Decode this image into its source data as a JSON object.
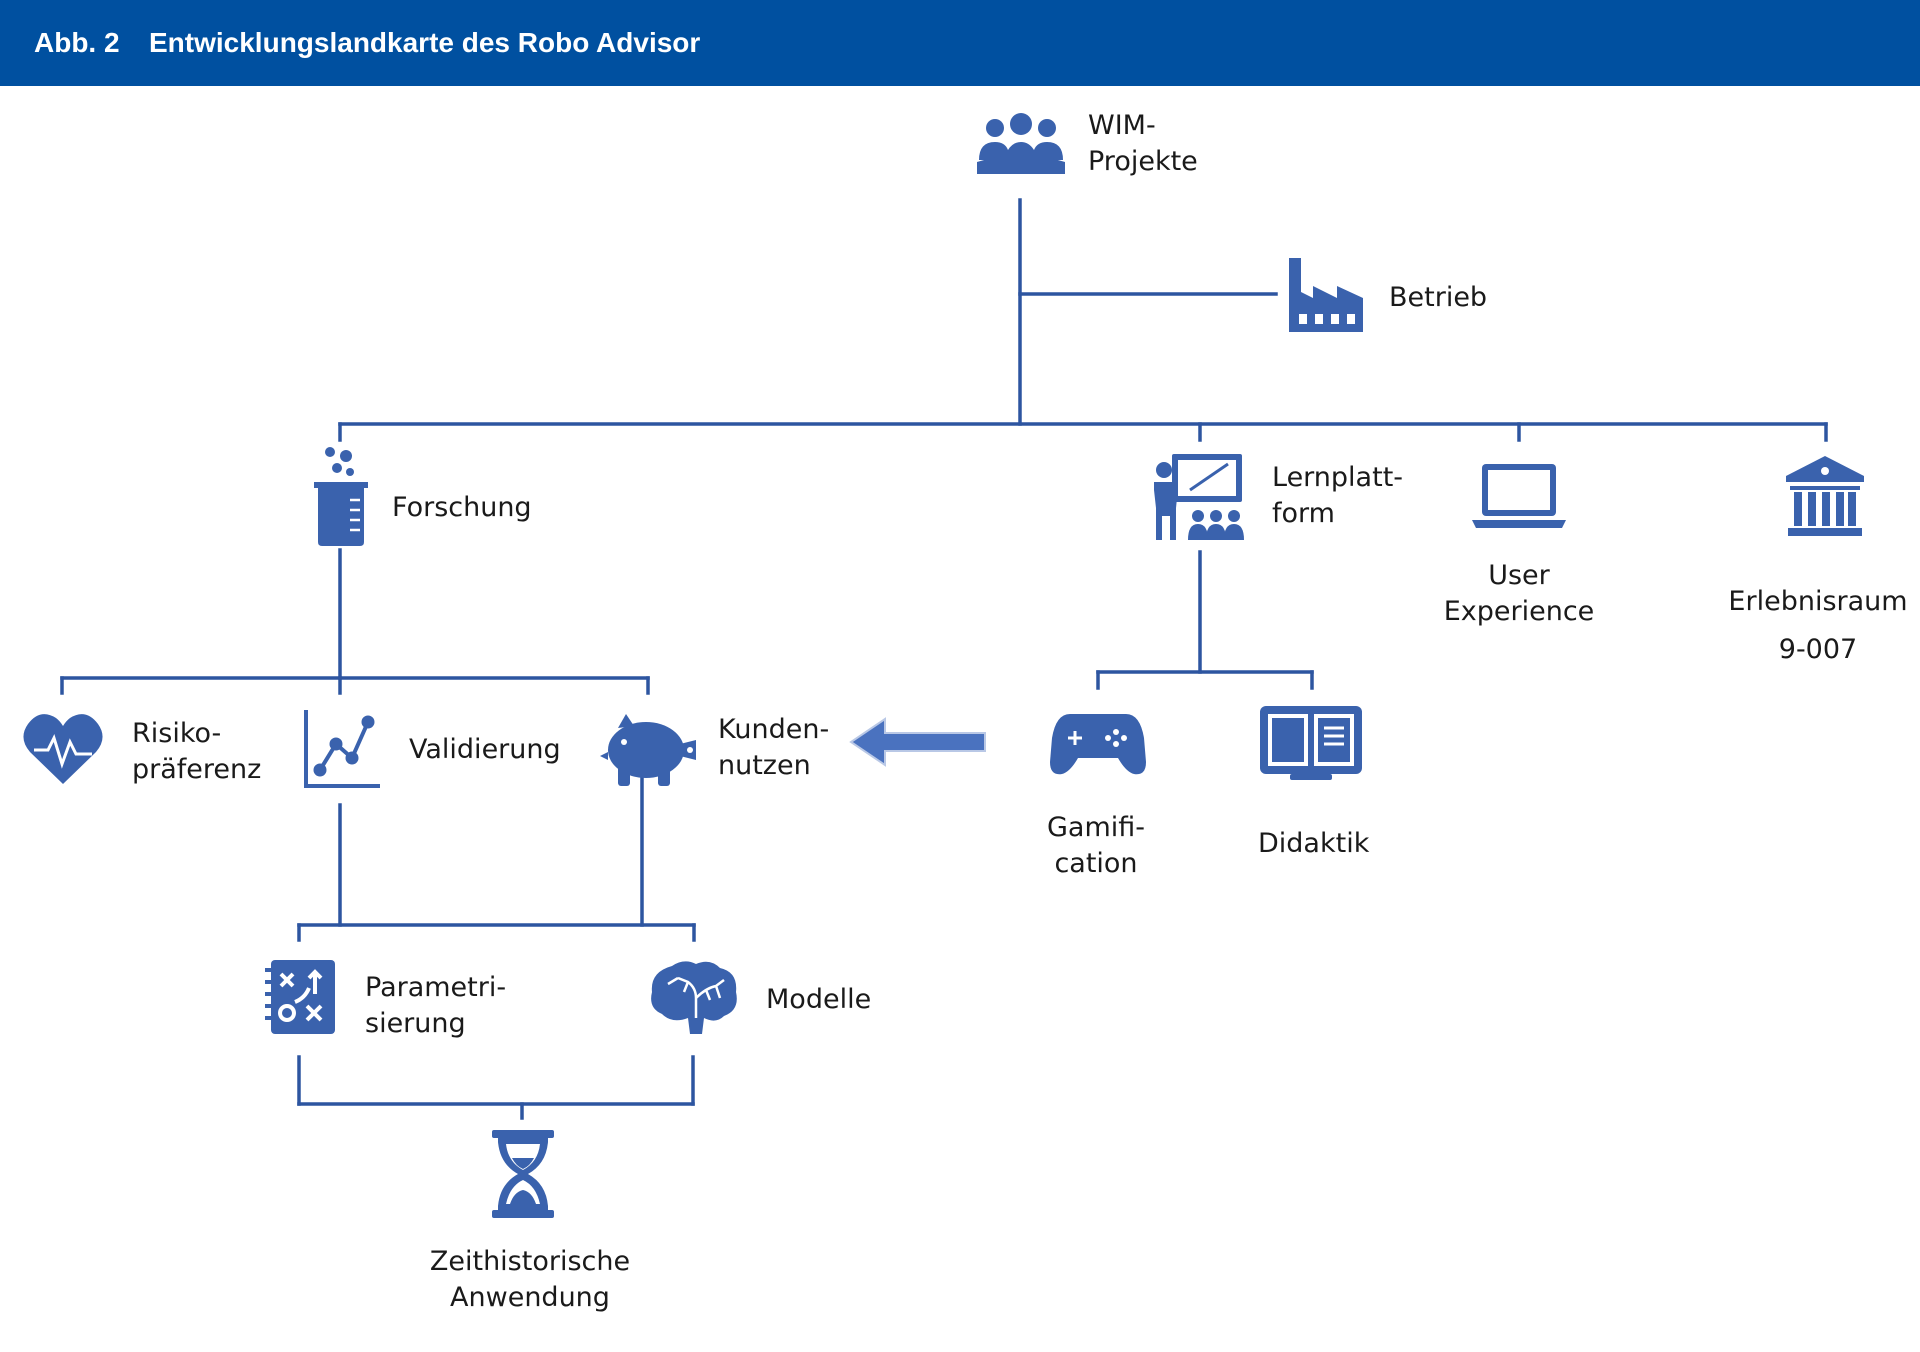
{
  "header": {
    "figure_label": "Abb. 2",
    "title": "Entwicklungslandkarte des Robo Advisor"
  },
  "nodes": {
    "wim": {
      "line1": "WIM-",
      "line2": "Projekte",
      "icon": "people-group-icon"
    },
    "betrieb": {
      "label": "Betrieb",
      "icon": "factory-icon"
    },
    "forschung": {
      "label": "Forschung",
      "icon": "beaker-icon"
    },
    "lernplattform": {
      "line1": "Lernplatt-",
      "line2": "form",
      "icon": "presentation-teacher-icon"
    },
    "user_experience": {
      "line1": "User",
      "line2": "Experience",
      "icon": "laptop-icon"
    },
    "erlebnisraum": {
      "line1": "Erlebnisraum",
      "line2": "9-007",
      "icon": "museum-building-icon"
    },
    "risiko": {
      "line1": "Risiko-",
      "line2": "präferenz",
      "icon": "heart-pulse-icon"
    },
    "validierung": {
      "label": "Validierung",
      "icon": "line-chart-icon"
    },
    "kundennutzen": {
      "line1": "Kunden-",
      "line2": "nutzen",
      "icon": "piggy-bank-icon"
    },
    "gamification": {
      "line1": "Gamifi-",
      "line2": "cation",
      "icon": "gamepad-icon"
    },
    "didaktik": {
      "label": "Didaktik",
      "icon": "open-book-icon"
    },
    "parametrisierung": {
      "line1": "Parametri-",
      "line2": "sierung",
      "icon": "strategy-board-icon"
    },
    "modelle": {
      "label": "Modelle",
      "icon": "brain-icon"
    },
    "zeithistorisch": {
      "line1": "Zeithistorische",
      "line2": "Anwendung",
      "icon": "hourglass-icon"
    }
  },
  "colors": {
    "header": "#0050a0",
    "icon": "#3a62ad",
    "line": "#2d55a0",
    "arrow": "#4a72bf"
  }
}
